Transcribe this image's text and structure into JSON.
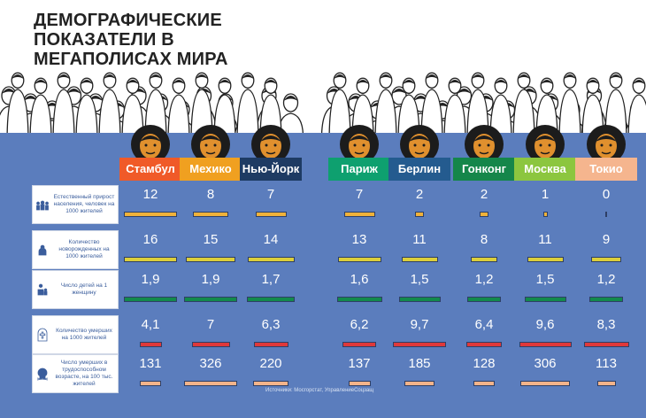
{
  "title": {
    "line1": "ДЕМОГРАФИЧЕСКИЕ",
    "line2": "ПОКАЗАТЕЛИ В",
    "line3": "МЕГАПОЛИСАХ МИРА"
  },
  "cities": [
    {
      "name": "Стамбул",
      "color": "#f05a28"
    },
    {
      "name": "Мехико",
      "color": "#f0a020"
    },
    {
      "name": "Нью-Йорк",
      "color": "#1e3b63"
    },
    {
      "name": "Париж",
      "color": "#0ea06f"
    },
    {
      "name": "Берлин",
      "color": "#245b8f"
    },
    {
      "name": "Гонконг",
      "color": "#15864a"
    },
    {
      "name": "Москва",
      "color": "#8cc63f"
    },
    {
      "name": "Токио",
      "color": "#f5b58e"
    }
  ],
  "rows": [
    {
      "label": "Естественный прирост населения, человек на 1000 жителей",
      "icon": "family-icon",
      "bar_color": "#f0b23a",
      "values": [
        "12",
        "8",
        "7",
        "7",
        "2",
        "2",
        "1",
        "0"
      ],
      "numbers": [
        12,
        8,
        7,
        7,
        2,
        2,
        1,
        0
      ],
      "max": 12
    },
    {
      "label": "Количество новорожденных на 1000 жителей",
      "icon": "baby-icon",
      "bar_color": "#dccf3a",
      "values": [
        "16",
        "15",
        "14",
        "13",
        "11",
        "8",
        "11",
        "9"
      ],
      "numbers": [
        16,
        15,
        14,
        13,
        11,
        8,
        11,
        9
      ],
      "max": 16
    },
    {
      "label": "Число детей на 1 женщину",
      "icon": "mother-child-icon",
      "bar_color": "#138a4c",
      "values": [
        "1,9",
        "1,9",
        "1,7",
        "1,6",
        "1,5",
        "1,2",
        "1,5",
        "1,2"
      ],
      "numbers": [
        1.9,
        1.9,
        1.7,
        1.6,
        1.5,
        1.2,
        1.5,
        1.2
      ],
      "max": 1.9
    },
    {
      "label": "Количество умерших на 1000 жителей",
      "icon": "tombstone-icon",
      "bar_color": "#e0383a",
      "values": [
        "4,1",
        "7",
        "6,3",
        "6,2",
        "9,7",
        "6,4",
        "9,6",
        "8,3"
      ],
      "numbers": [
        4.1,
        7,
        6.3,
        6.2,
        9.7,
        6.4,
        9.6,
        8.3
      ],
      "max": 9.7
    },
    {
      "label": "Число умерших в трудоспособном возрасте, на 100 тыс. жителей",
      "icon": "skull-icon",
      "bar_color": "#f4b48a",
      "values": [
        "131",
        "326",
        "220",
        "137",
        "185",
        "128",
        "306",
        "113"
      ],
      "numbers": [
        131,
        326,
        220,
        137,
        185,
        128,
        306,
        113
      ],
      "max": 326
    }
  ],
  "source": "Источники: Мосгорстат, УправлениеСоцзащ"
}
